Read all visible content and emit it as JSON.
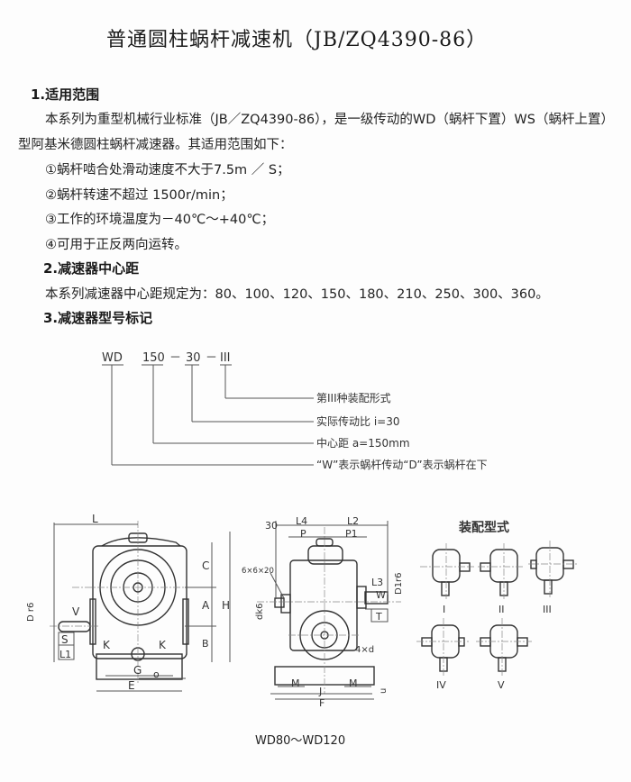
{
  "title": "普通圆柱蜗杆减速机（JB/ZQ4390-86）",
  "sections": [
    {
      "heading": "1.适用范围",
      "paragraph_line1": "本系列为重型机械行业标准（JB／ZQ4390-86），是一级传动的WD（蜗杆下置）WS（蜗杆上置）",
      "paragraph_line2": "型阿基米德圆柱蜗杆减速器。其适用范围如下：",
      "items": [
        "①蜗杆啮合处滑动速度不大于7.5m ／ S；",
        "②蜗杆转速不超过 1500r/min；",
        "③工作的环境温度为－40℃～+40℃；",
        "④可用于正反两向运转。"
      ]
    },
    {
      "heading": "2.减速器中心距",
      "paragraph": "本系列减速器中心距规定为：80、100、120、150、180、210、250、300、360。"
    },
    {
      "heading": "3.减速器型号标记"
    }
  ],
  "designation": {
    "parts": [
      "WD",
      "150",
      "－",
      "30",
      "－",
      "III"
    ],
    "notes": [
      "第III种装配形式",
      "实际传动比 i=30",
      "中心距 a=150mm",
      "“W”表示蜗杆传动“D”表示蜗杆在下"
    ]
  },
  "front_view_labels": [
    "L",
    "C",
    "A",
    "H",
    "B",
    "V",
    "S",
    "L1",
    "K",
    "K",
    "G",
    "E",
    "o",
    "D r6"
  ],
  "side_view_labels": [
    "30",
    "L4",
    "L2",
    "P",
    "P1",
    "6×6×20",
    "L3",
    "W",
    "T",
    "D1r6",
    "dk6",
    "4×d",
    "M",
    "M",
    "J",
    "F",
    "u"
  ],
  "assembly": {
    "title": "装配型式",
    "types": [
      "I",
      "II",
      "III",
      "IV",
      "V"
    ]
  },
  "caption": "WD80～WD120"
}
